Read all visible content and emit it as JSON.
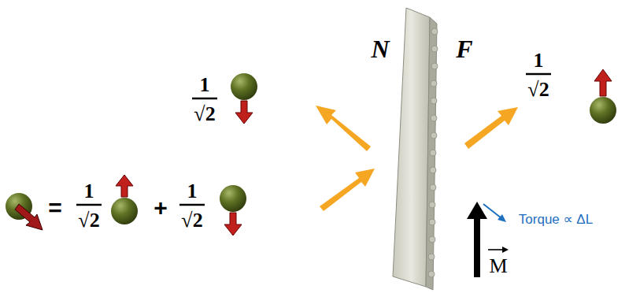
{
  "diagram": {
    "labels": [
      "N",
      "F",
      "1",
      "√2",
      "1",
      "√2",
      "Torque ∝ ΔL",
      "=",
      "1",
      "√2",
      "+",
      "1",
      "√2",
      "M"
    ]
  }
}
